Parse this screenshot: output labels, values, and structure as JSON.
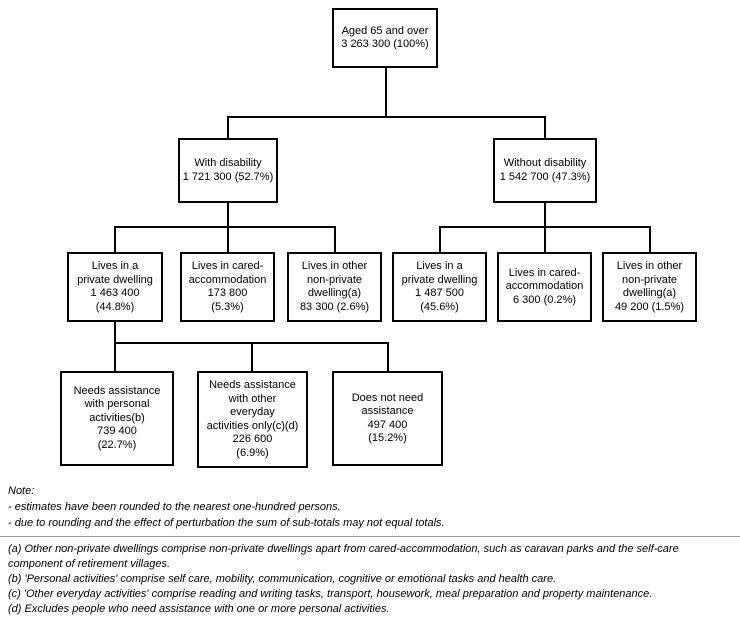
{
  "nodes": {
    "root": {
      "l1": "Aged 65 and over",
      "l2": "3 263 300 (100%)"
    },
    "with_disability": {
      "l1": "With disability",
      "l2": "1 721 300 (52.7%)"
    },
    "without_disability": {
      "l1": "Without disability",
      "l2": "1 542 700 (47.3%)"
    },
    "wd_private": {
      "l1": "Lives in a",
      "l2": "private dwelling",
      "l3": "1 463 400",
      "l4": "(44.8%)"
    },
    "wd_cared": {
      "l1": "Lives in cared-",
      "l2": "accommodation",
      "l3": "173 800",
      "l4": "(5.3%)"
    },
    "wd_other": {
      "l1": "Lives in other",
      "l2": "non-private",
      "l3": "dwelling(a)",
      "l4": "83 300 (2.6%)"
    },
    "wod_private": {
      "l1": "Lives in a",
      "l2": "private dwelling",
      "l3": "1 487 500",
      "l4": "(45.6%)"
    },
    "wod_cared": {
      "l1": "Lives in cared-",
      "l2": "accommodation",
      "l3": "6 300 (0.2%)"
    },
    "wod_other": {
      "l1": "Lives in other",
      "l2": "non-private",
      "l3": "dwelling(a)",
      "l4": "49 200 (1.5%)"
    },
    "needs_personal": {
      "l1": "Needs assistance",
      "l2": "with personal",
      "l3": "activities(b)",
      "l4": "739 400",
      "l5": "(22.7%)"
    },
    "needs_other": {
      "l1": "Needs assistance",
      "l2": "with other",
      "l3": "everyday",
      "l4": "activities only(c)(d)",
      "l5": "226 600",
      "l6": "(6.9%)"
    },
    "no_assistance": {
      "l1": "Does not need",
      "l2": "assistance",
      "l3": "497 400",
      "l4": "(15.2%)"
    }
  },
  "notes": {
    "title": "Note:",
    "line1": "- estimates have been rounded to the nearest one-hundred persons.",
    "line2": "- due to rounding and the effect of perturbation the sum of sub-totals may not equal totals."
  },
  "footnotes": {
    "a": "(a) Other non-private dwellings comprise non-private dwellings apart from cared-accommodation, such as caravan parks and the self-care component of retirement villages.",
    "b": "(b) 'Personal activities' comprise self care, mobility, communication, cognitive or emotional tasks and health care.",
    "c": "(c) 'Other everyday activities' comprise reading and writing tasks, transport, housework, meal preparation and property maintenance.",
    "d": "(d) Excludes people who need assistance with one or more personal activities."
  },
  "colors": {
    "box_border": "#000000",
    "connector": "#000000",
    "divider": "#999999",
    "background": "#ffffff",
    "text": "#000000"
  }
}
